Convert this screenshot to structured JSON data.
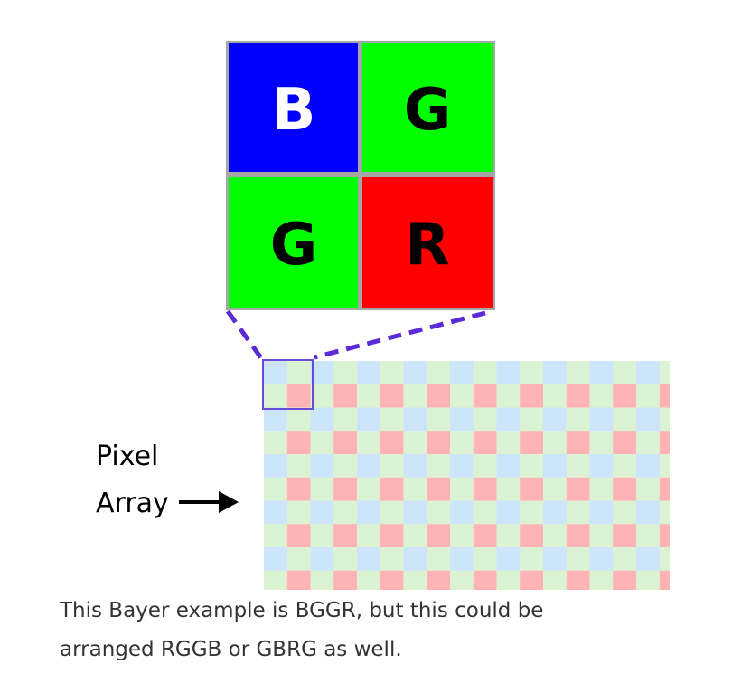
{
  "bayer_block": {
    "cells": [
      {
        "letter": "B",
        "color": "#0000ff",
        "text_color": "#ffffff"
      },
      {
        "letter": "G",
        "color": "#00ff00",
        "text_color": "#000000"
      },
      {
        "letter": "G",
        "color": "#00ff00",
        "text_color": "#000000"
      },
      {
        "letter": "R",
        "color": "#ff0000",
        "text_color": "#000000"
      }
    ],
    "border_color": "#a6a6a6"
  },
  "pixel_array": {
    "label_line1": "Pixel",
    "label_line2": "Array",
    "pattern": [
      "B",
      "G",
      "G",
      "R"
    ],
    "colors": {
      "B": "#cce5fb",
      "G": "#dcf3d3",
      "R": "#ffb3b5"
    },
    "highlight_color": "#6a4ad8"
  },
  "connector_color": "#5b2bd6",
  "caption": {
    "line1": "This Bayer example is BGGR, but this could be",
    "line2": "arranged RGGB or GBRG as well."
  }
}
